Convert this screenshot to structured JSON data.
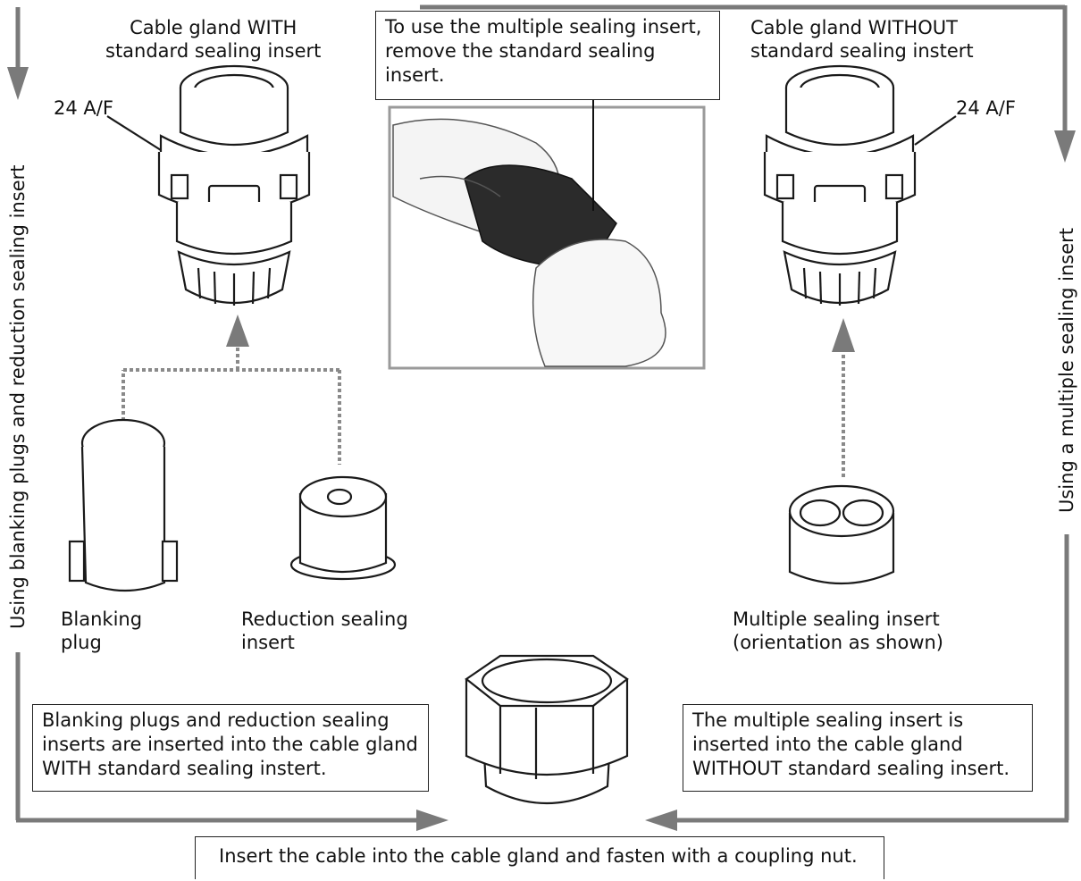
{
  "labels": {
    "gland_with": "Cable gland WITH\nstandard sealing insert",
    "gland_without": "Cable gland WITHOUT\nstandard sealing instert",
    "af_left": "24 A/F",
    "af_right": "24 A/F",
    "blanking_plug": "Blanking\nplug",
    "reduction_insert": "Reduction sealing\ninsert",
    "multiple_insert": "Multiple sealing insert\n(orientation as shown)"
  },
  "side_labels": {
    "left": "Using blanking plugs and reduction sealing insert",
    "right": "Using a multiple sealing insert"
  },
  "callouts": {
    "top": "To use the multiple sealing insert,\nremove the standard sealing\ninsert.",
    "left": "Blanking plugs and reduction sealing\ninserts are inserted into the cable gland\nWITH standard sealing instert.",
    "right": "The multiple sealing insert is\ninserted into the cable gland\nWITHOUT standard sealing insert.",
    "bottom": "Insert the cable into the cable gland and fasten with a coupling nut."
  },
  "colors": {
    "flow_arrow": "#7a7a7a",
    "line_art": "#1a1a1a",
    "photo_frame": "#9a9a9a"
  },
  "icons": [
    "cable-gland-with-insert",
    "cable-gland-without-insert",
    "blanking-plug",
    "reduction-sealing-insert",
    "multiple-sealing-insert",
    "coupling-nut",
    "hand-photo"
  ]
}
